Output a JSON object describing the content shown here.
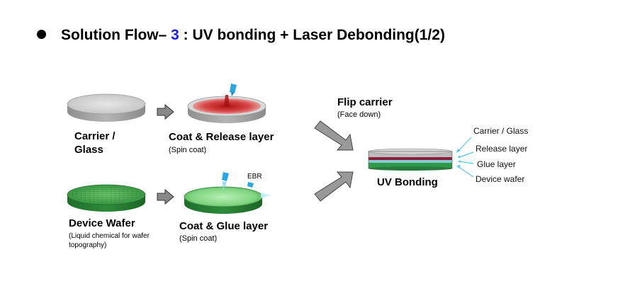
{
  "title": {
    "prefix": "Solution Flow– ",
    "number": "3",
    "suffix": " : UV bonding + Laser Debonding(1/2)"
  },
  "steps": {
    "carrier": {
      "line1": "Carrier /",
      "line2": "Glass"
    },
    "coat_release": {
      "label": "Coat & Release layer",
      "sub": "(Spin coat)"
    },
    "device_wafer": {
      "label": "Device Wafer",
      "sub_line1": "(Liquid chemical for wafer",
      "sub_line2": "topography)"
    },
    "coat_glue": {
      "label": "Coat & Glue layer",
      "sub": "(Spin coat)",
      "ebr": "EBR"
    },
    "flip": {
      "label": "Flip carrier",
      "sub": "(Face down)"
    },
    "uv_bonding": {
      "label": "UV Bonding"
    }
  },
  "stack_layers": [
    "Carrier / Glass",
    "Release layer",
    "Glue layer",
    "Device wafer"
  ],
  "colors": {
    "title_number": "#1f1fd6",
    "glass": "#c8c8c8",
    "release": "#c62828",
    "glue": "#8fe08f",
    "wafer": "#2e8b3a",
    "nozzle": "#29a8e0",
    "pointer": "#5bc8e8"
  }
}
